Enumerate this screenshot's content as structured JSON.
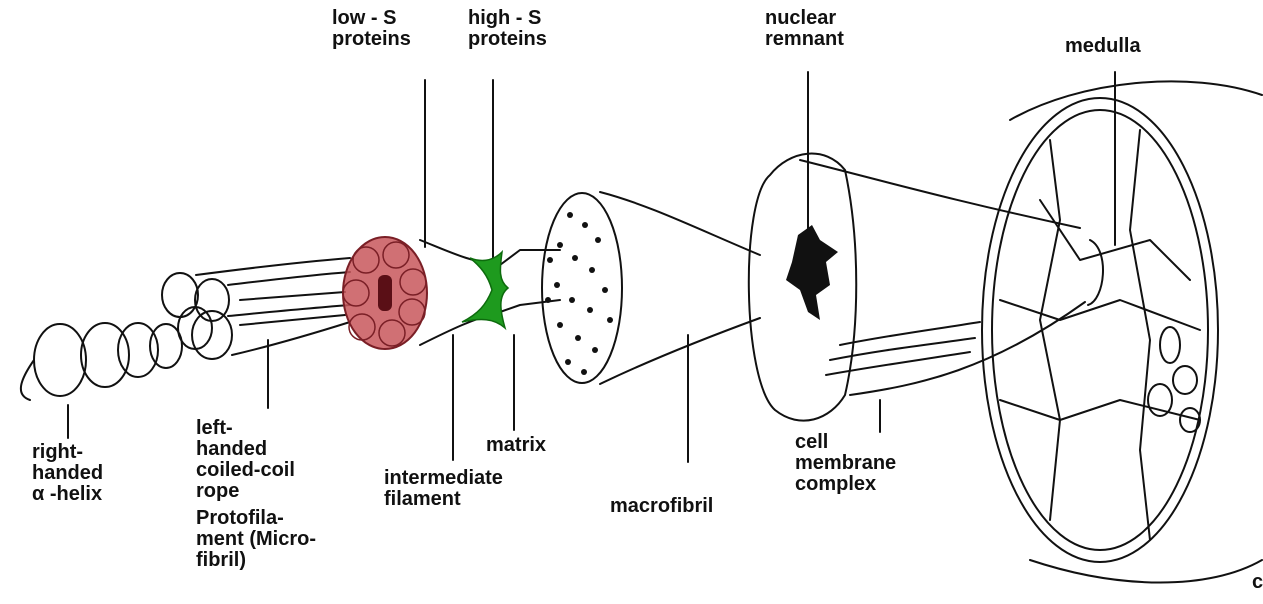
{
  "labels": {
    "low_s_proteins": "low - S\nproteins",
    "high_s_proteins": "high - S\nproteins",
    "nuclear_remnant": "nuclear\nremnant",
    "medulla": "medulla",
    "right_handed_helix": "right-\nhanded\nα -helix",
    "left_handed_rope": "left-\nhanded\ncoiled-coil\nrope",
    "protofilament": "Protofila-\nment (Micro-\nfibril)",
    "matrix": "matrix",
    "intermediate_filament": "intermediate\nfilament",
    "macrofibril": "macrofibril",
    "cell_membrane_complex": "cell\nmembrane\ncomplex",
    "cut_off_letter": "c"
  },
  "colors": {
    "line": "#111111",
    "highlight_red": "#c8575c",
    "highlight_red_dark": "#7a1f26",
    "highlight_green": "#1e9a1e"
  }
}
